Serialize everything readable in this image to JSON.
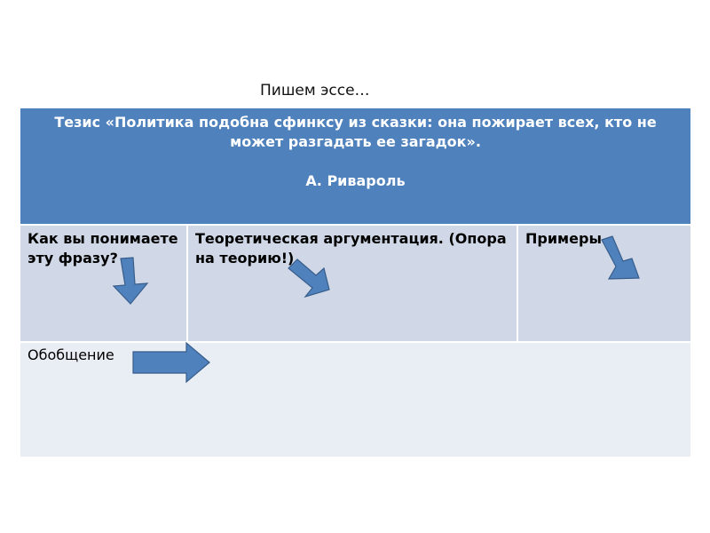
{
  "slide": {
    "title": "Пишем эссе…"
  },
  "table": {
    "header": {
      "thesis": "Тезис «Политика подобна сфинксу из сказки: она пожирает всех, кто не может разгадать ее загадок».",
      "author": "А. Ривароль"
    },
    "columns": [
      {
        "label": "Как вы понимаете эту фразу?"
      },
      {
        "label": "Теоретическая аргументация. (Опора на теорию!)"
      },
      {
        "label": "Примеры"
      }
    ],
    "summary_row": {
      "label": "Обобщение"
    }
  },
  "icons": {
    "arrow_down": "block-arrow-down-icon",
    "arrow_diag": "block-arrow-diagonal-icon",
    "arrow_right": "block-arrow-right-icon"
  },
  "colors": {
    "header_bg": "#4f81bd",
    "row_bg": "#d0d8e8",
    "summary_bg": "#e9edf4",
    "arrow_fill": "#4f81bd",
    "arrow_stroke": "#385d8a"
  }
}
